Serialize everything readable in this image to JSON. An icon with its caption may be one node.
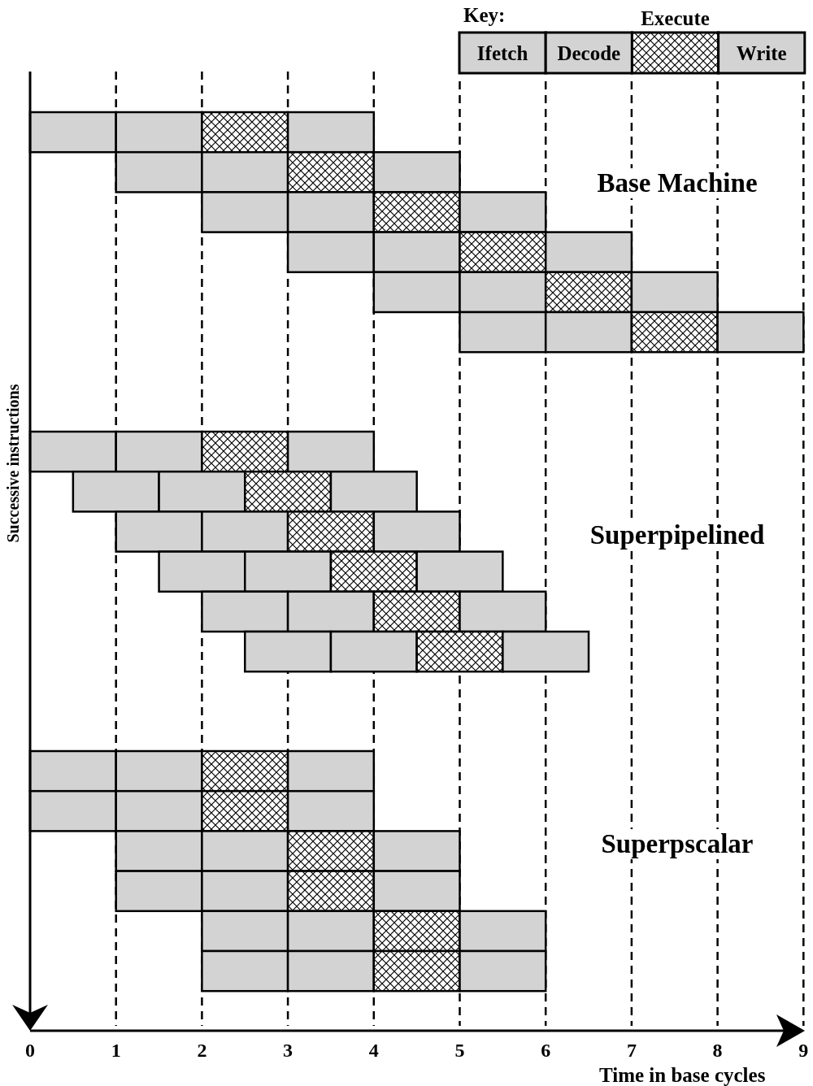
{
  "diagram": {
    "labels": [
      "Key:",
      "Base Machine",
      "Superpipelined",
      "Superpscalar",
      "Successive instructions",
      "0",
      "1",
      "2",
      "3",
      "4",
      "5",
      "6",
      "7",
      "8",
      "9",
      "Time in base cycles"
    ],
    "legend": [
      {
        "text": "Ifetch",
        "color": "#d3d3d3"
      },
      {
        "text": "Decode",
        "color": "#d3d3d3"
      },
      {
        "text": "Execute"
      },
      {
        "text": "Write",
        "color": "#d3d3d3"
      }
    ]
  }
}
